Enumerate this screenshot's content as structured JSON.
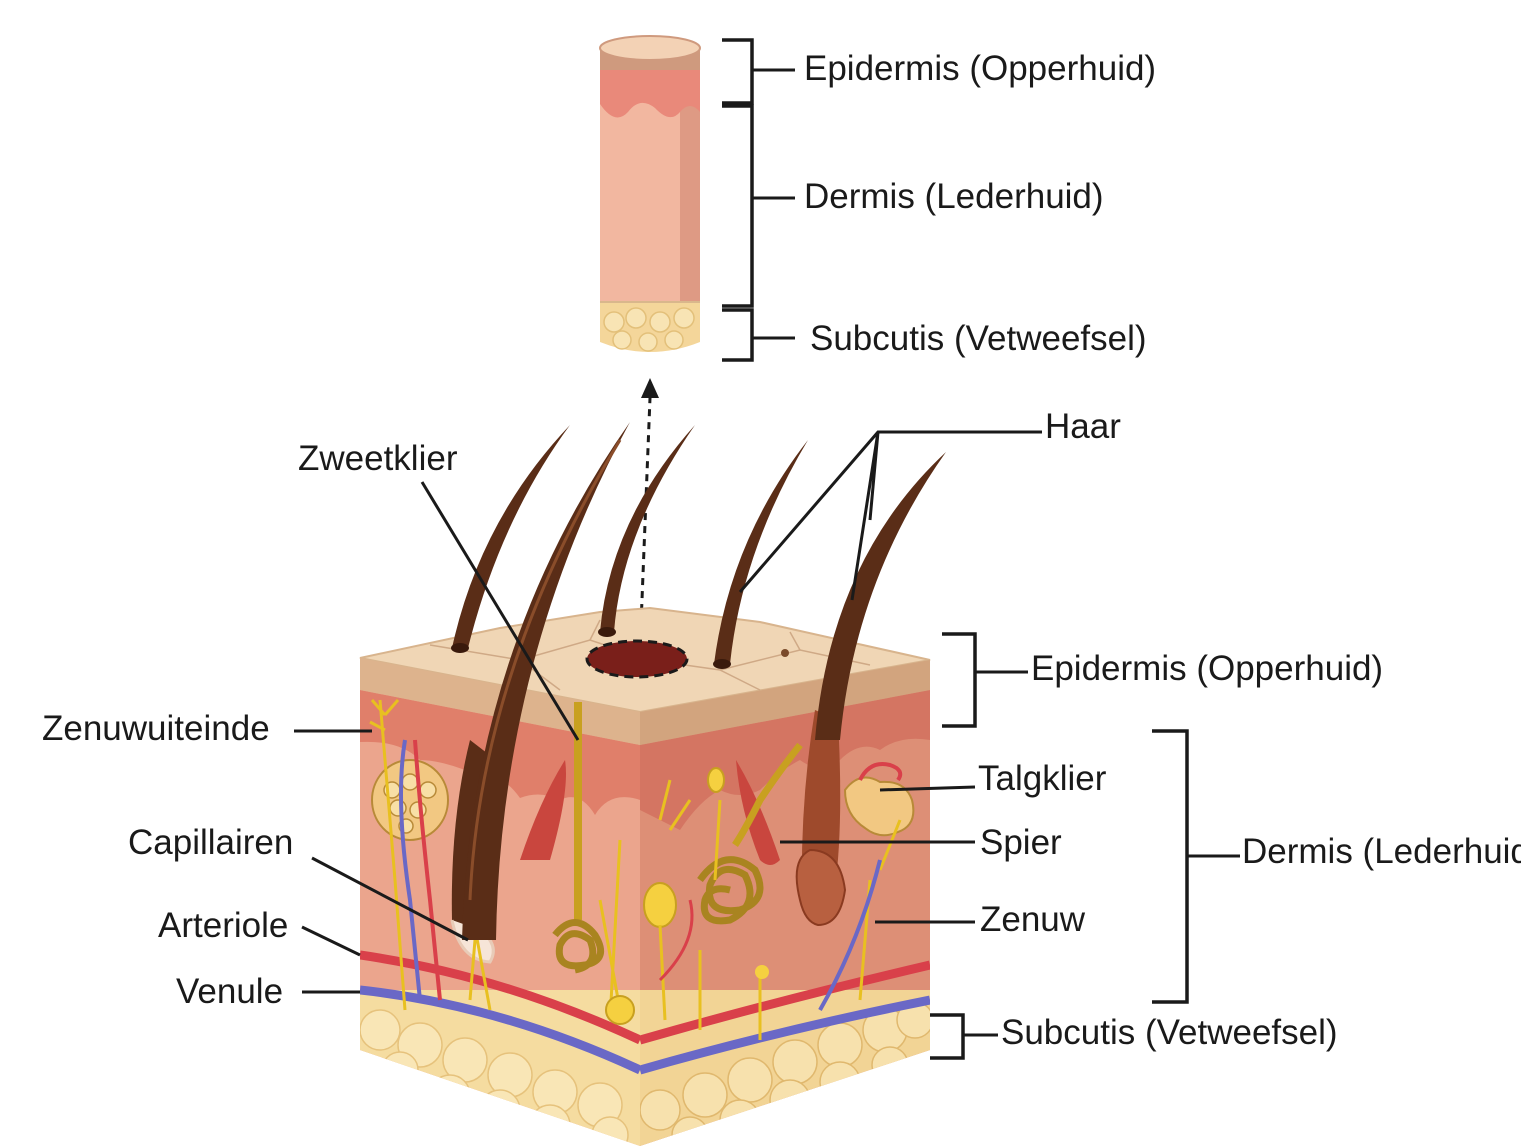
{
  "column_labels": {
    "epidermis": "Epidermis (Opperhuid)",
    "dermis": "Dermis (Lederhuid)",
    "subcutis": "Subcutis (Vetweefsel)"
  },
  "block_labels": {
    "haar": "Haar",
    "zweetklier": "Zweetklier",
    "zenuwuiteinde": "Zenuwuiteinde",
    "capillairen": "Capillairen",
    "arteriole": "Arteriole",
    "venule": "Venule",
    "talgklier": "Talgklier",
    "spier": "Spier",
    "zenuw": "Zenuw",
    "epidermis": "Epidermis (Opperhuid)",
    "dermis": "Dermis (Lederhuid)",
    "subcutis": "Subcutis (Vetweefsel)"
  },
  "colors": {
    "epidermis_surface": "#e8c9a4",
    "dermis": "#eba58d",
    "dermis_dark": "#d98a72",
    "subcutis_fat": "#f5dca0",
    "hair": "#5a2d17",
    "artery": "#d9404a",
    "vein": "#6a68c6",
    "nerve": "#e8c020"
  }
}
